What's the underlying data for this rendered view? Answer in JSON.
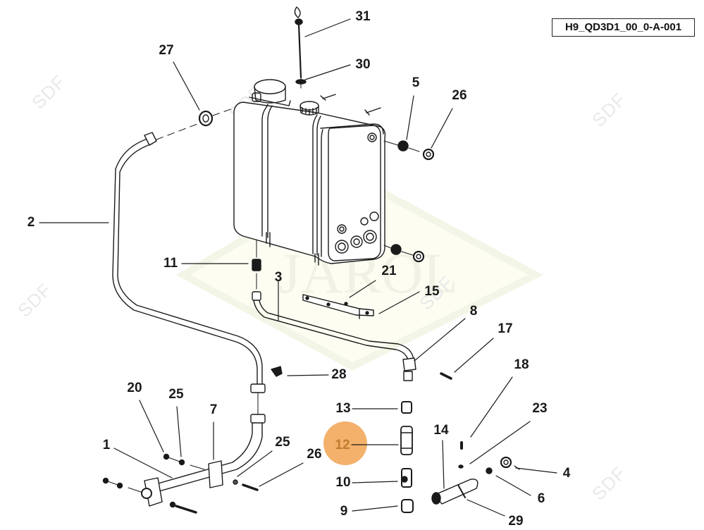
{
  "drawing": {
    "code": "H9_QD3D1_00_0-A-001",
    "highlight_color": "#f2ad63",
    "watermark_brand": "SDF",
    "background_watermark": "JAROL",
    "highlighted_item": "12"
  },
  "callouts": [
    {
      "id": "c31",
      "label": "31"
    },
    {
      "id": "c30",
      "label": "30"
    },
    {
      "id": "c27",
      "label": "27"
    },
    {
      "id": "c5",
      "label": "5"
    },
    {
      "id": "c26a",
      "label": "26"
    },
    {
      "id": "c2",
      "label": "2"
    },
    {
      "id": "c11",
      "label": "11"
    },
    {
      "id": "c3",
      "label": "3"
    },
    {
      "id": "c21",
      "label": "21"
    },
    {
      "id": "c15",
      "label": "15"
    },
    {
      "id": "c8",
      "label": "8"
    },
    {
      "id": "c17",
      "label": "17"
    },
    {
      "id": "c28",
      "label": "28"
    },
    {
      "id": "c18",
      "label": "18"
    },
    {
      "id": "c20",
      "label": "20"
    },
    {
      "id": "c25a",
      "label": "25"
    },
    {
      "id": "c7",
      "label": "7"
    },
    {
      "id": "c13",
      "label": "13"
    },
    {
      "id": "c23",
      "label": "23"
    },
    {
      "id": "c1",
      "label": "1"
    },
    {
      "id": "c25b",
      "label": "25"
    },
    {
      "id": "c12",
      "label": "12"
    },
    {
      "id": "c14",
      "label": "14"
    },
    {
      "id": "c26b",
      "label": "26"
    },
    {
      "id": "c4",
      "label": "4"
    },
    {
      "id": "c10",
      "label": "10"
    },
    {
      "id": "c6",
      "label": "6"
    },
    {
      "id": "c9",
      "label": "9"
    },
    {
      "id": "c29",
      "label": "29"
    }
  ]
}
